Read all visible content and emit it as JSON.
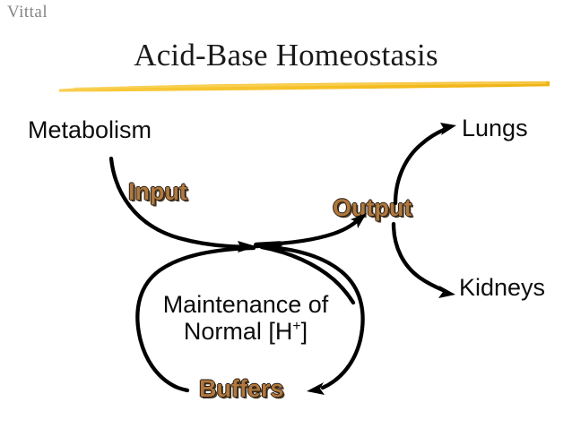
{
  "slide": {
    "watermark": "Vittal",
    "title": "Acid-Base Homeostasis",
    "background_color": "#ffffff",
    "title_color": "#1a1a1a",
    "rule_color": "#f5c02b",
    "rule_color_dark": "#e8a80c",
    "node_text_color": "#0d0d0d",
    "flow_text_color": "#b0783f",
    "flow_text_outline": "#231a10",
    "arrow_color": "#000000"
  },
  "nodes": {
    "metabolism": "Metabolism",
    "lungs": "Lungs",
    "kidneys": "Kidneys",
    "center_line1": "Maintenance of",
    "center_line2_prefix": "Normal [H",
    "center_line2_sup": "+",
    "center_line2_suffix": "]"
  },
  "flow_labels": {
    "input": "Input",
    "output": "Output",
    "buffers": "Buffers"
  },
  "arrows": [
    {
      "name": "metabolism-to-hub",
      "from": "Metabolism",
      "to": "Maintenance of Normal [H+]",
      "label": "Input",
      "arrowhead": true
    },
    {
      "name": "hub-to-output",
      "from": "Maintenance of Normal [H+]",
      "to": "Output",
      "label": "Output",
      "arrowhead": true
    },
    {
      "name": "output-to-lungs",
      "from": "Output",
      "to": "Lungs",
      "label": "",
      "arrowhead": true
    },
    {
      "name": "output-to-kidneys",
      "from": "Output",
      "to": "Kidneys",
      "label": "",
      "arrowhead": true
    },
    {
      "name": "buffers-feedback-loop",
      "from": "Maintenance of Normal [H+]",
      "to": "Maintenance of Normal [H+]",
      "label": "Buffers",
      "arrowhead": true
    }
  ]
}
